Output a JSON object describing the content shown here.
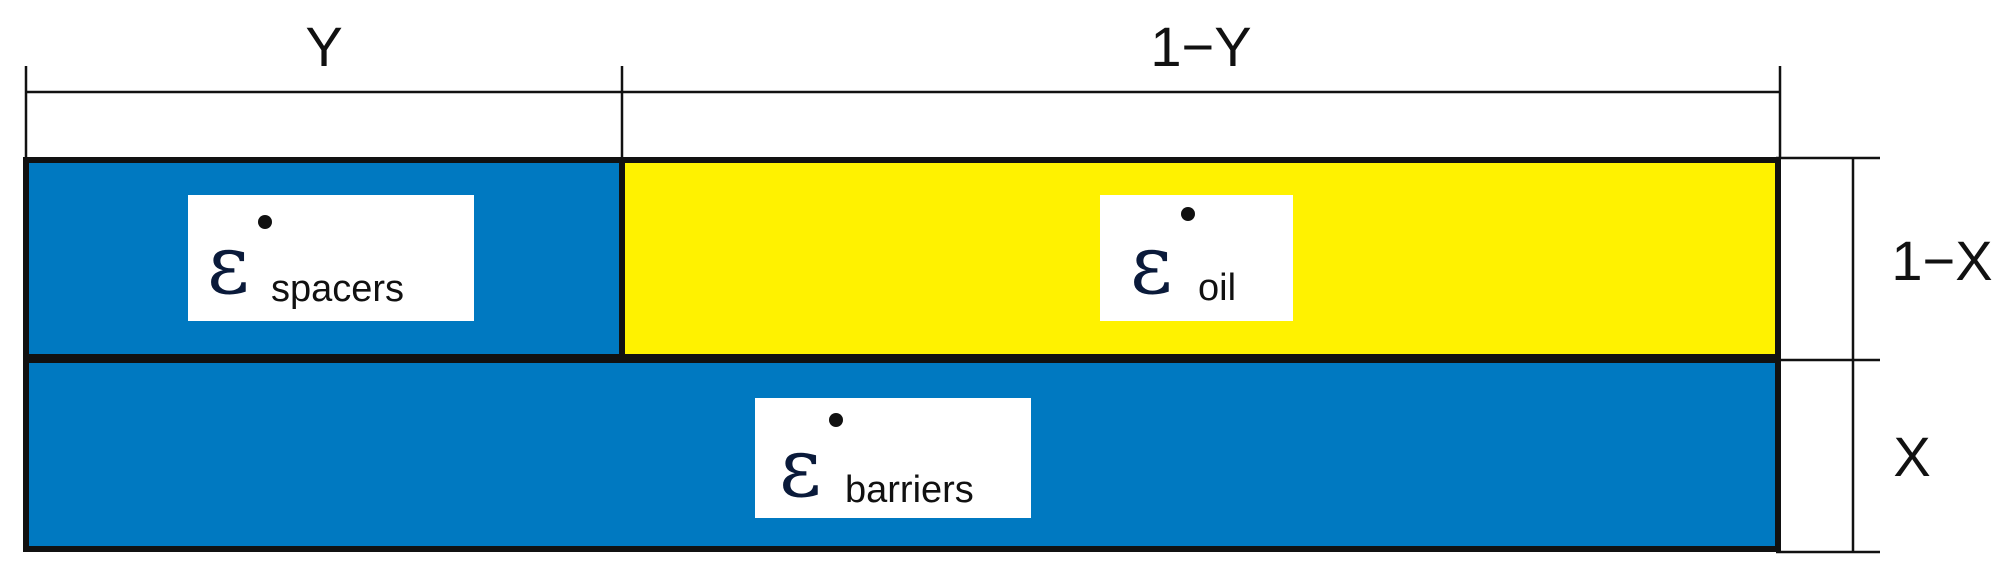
{
  "dimensions": {
    "top_left": "Y",
    "top_right": "1−Y",
    "right_upper": "1−X",
    "right_lower": "X"
  },
  "regions": {
    "spacers": {
      "symbol": "ε",
      "subscript": "spacers",
      "fill": "#0079C1"
    },
    "oil": {
      "symbol": "ε",
      "subscript": "oil",
      "fill": "#FFF200"
    },
    "barriers": {
      "symbol": "ε",
      "subscript": "barriers",
      "fill": "#0079C1"
    }
  },
  "colors": {
    "outline": "#111111",
    "label_box": "#ffffff"
  }
}
